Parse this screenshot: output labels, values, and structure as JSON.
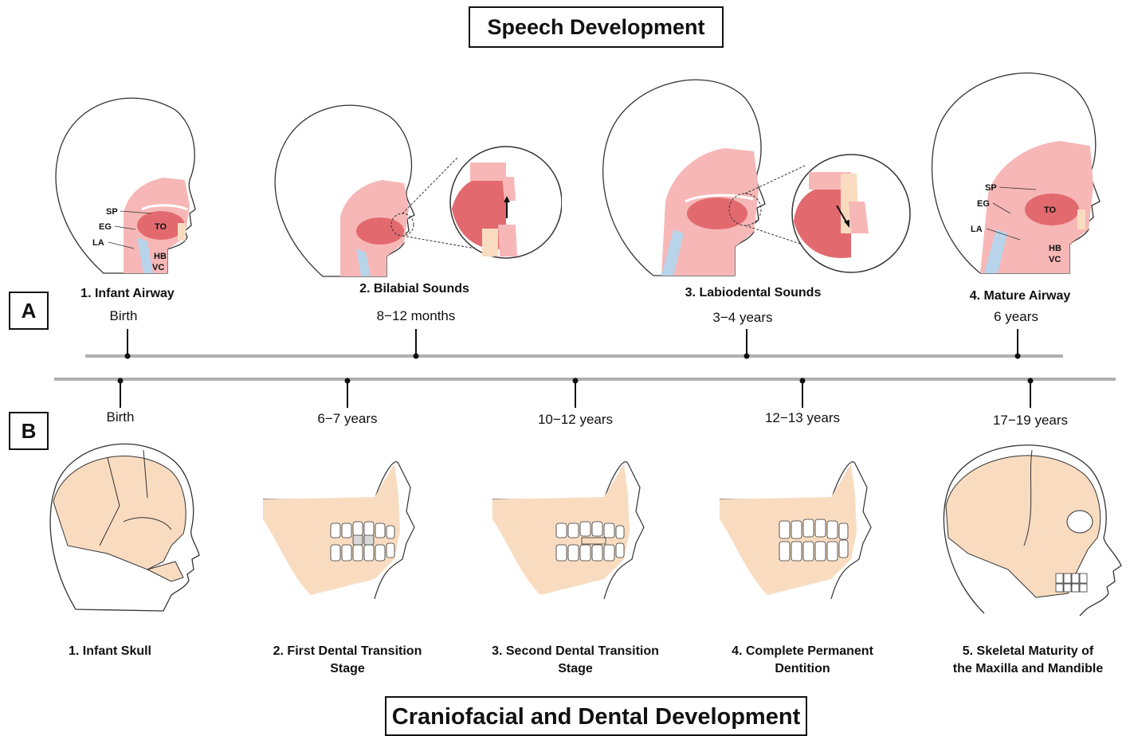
{
  "titles": {
    "top": "Speech Development",
    "bottom": "Craniofacial and Dental Development"
  },
  "panels": {
    "a": "A",
    "b": "B"
  },
  "speech_stages": [
    {
      "label": "1. Infant Airway",
      "age": "Birth"
    },
    {
      "label": "2. Bilabial Sounds",
      "age": "8−12 months"
    },
    {
      "label": "3. Labiodental Sounds",
      "age": "3−4 years"
    },
    {
      "label": "4. Mature Airway",
      "age": "6 years"
    }
  ],
  "anatomy_labels": {
    "sp": "SP",
    "to": "TO",
    "eg": "EG",
    "la": "LA",
    "hb": "HB",
    "vc": "VC"
  },
  "dental_stages": [
    {
      "label_line1": "1. Infant Skull",
      "label_line2": "",
      "age": "Birth"
    },
    {
      "label_line1": "2. First Dental Transition",
      "label_line2": "Stage",
      "age": "6−7 years"
    },
    {
      "label_line1": "3. Second Dental Transition",
      "label_line2": "Stage",
      "age": "10−12 years"
    },
    {
      "label_line1": "4. Complete Permanent",
      "label_line2": "Dentition",
      "age": "12−13 years"
    },
    {
      "label_line1": "5. Skeletal Maturity of",
      "label_line2": "the Maxilla and Mandible",
      "age": "17−19 years"
    }
  ],
  "colors": {
    "timeline": "#b0b0b0",
    "soft_tissue": "#f7b7b7",
    "tongue": "#e26a6e",
    "airway": "#b8d4ea",
    "bone": "#f9dcc0"
  }
}
